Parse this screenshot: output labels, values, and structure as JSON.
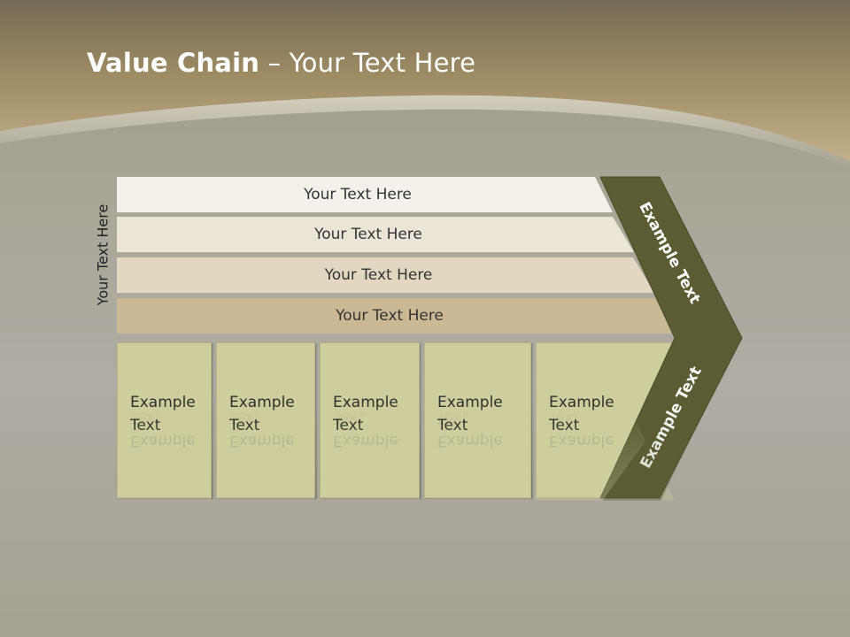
{
  "slide": {
    "title_bold": "Value Chain",
    "title_rest": " – Your Text Here"
  },
  "side_label": "Your Text Here",
  "support_activities": [
    "Your Text Here",
    "Your Text Here",
    "Your Text Here",
    "Your Text Here"
  ],
  "primary_activities": [
    "Example Text",
    "Example Text",
    "Example Text",
    "Example Text",
    "Example Text"
  ],
  "chevron": {
    "upper_label": "Example Text",
    "lower_label": "Example Text"
  },
  "colors": {
    "header_gold": "#b9a57c",
    "header_dark": "#746a55",
    "chevron_fill": "#5b5c33",
    "column_fill": "#cdcd9e",
    "bar_fills": [
      "#f4f1ea",
      "#ebe5d7",
      "#e2d8c1",
      "#cbb996"
    ]
  }
}
